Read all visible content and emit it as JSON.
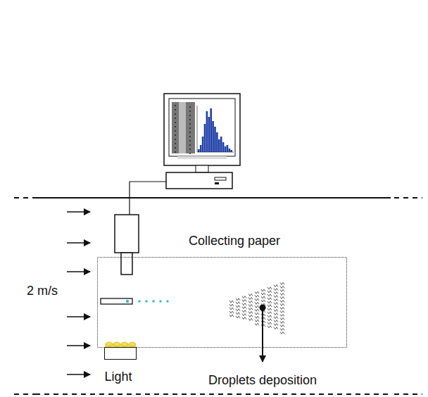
{
  "diagram": {
    "nodes": [
      {
        "text": [
          "Collecting paper"
        ]
      },
      {
        "text": [
          "Light"
        ]
      }
    ],
    "labels": [
      "2 m/s",
      "Droplets deposition"
    ]
  }
}
